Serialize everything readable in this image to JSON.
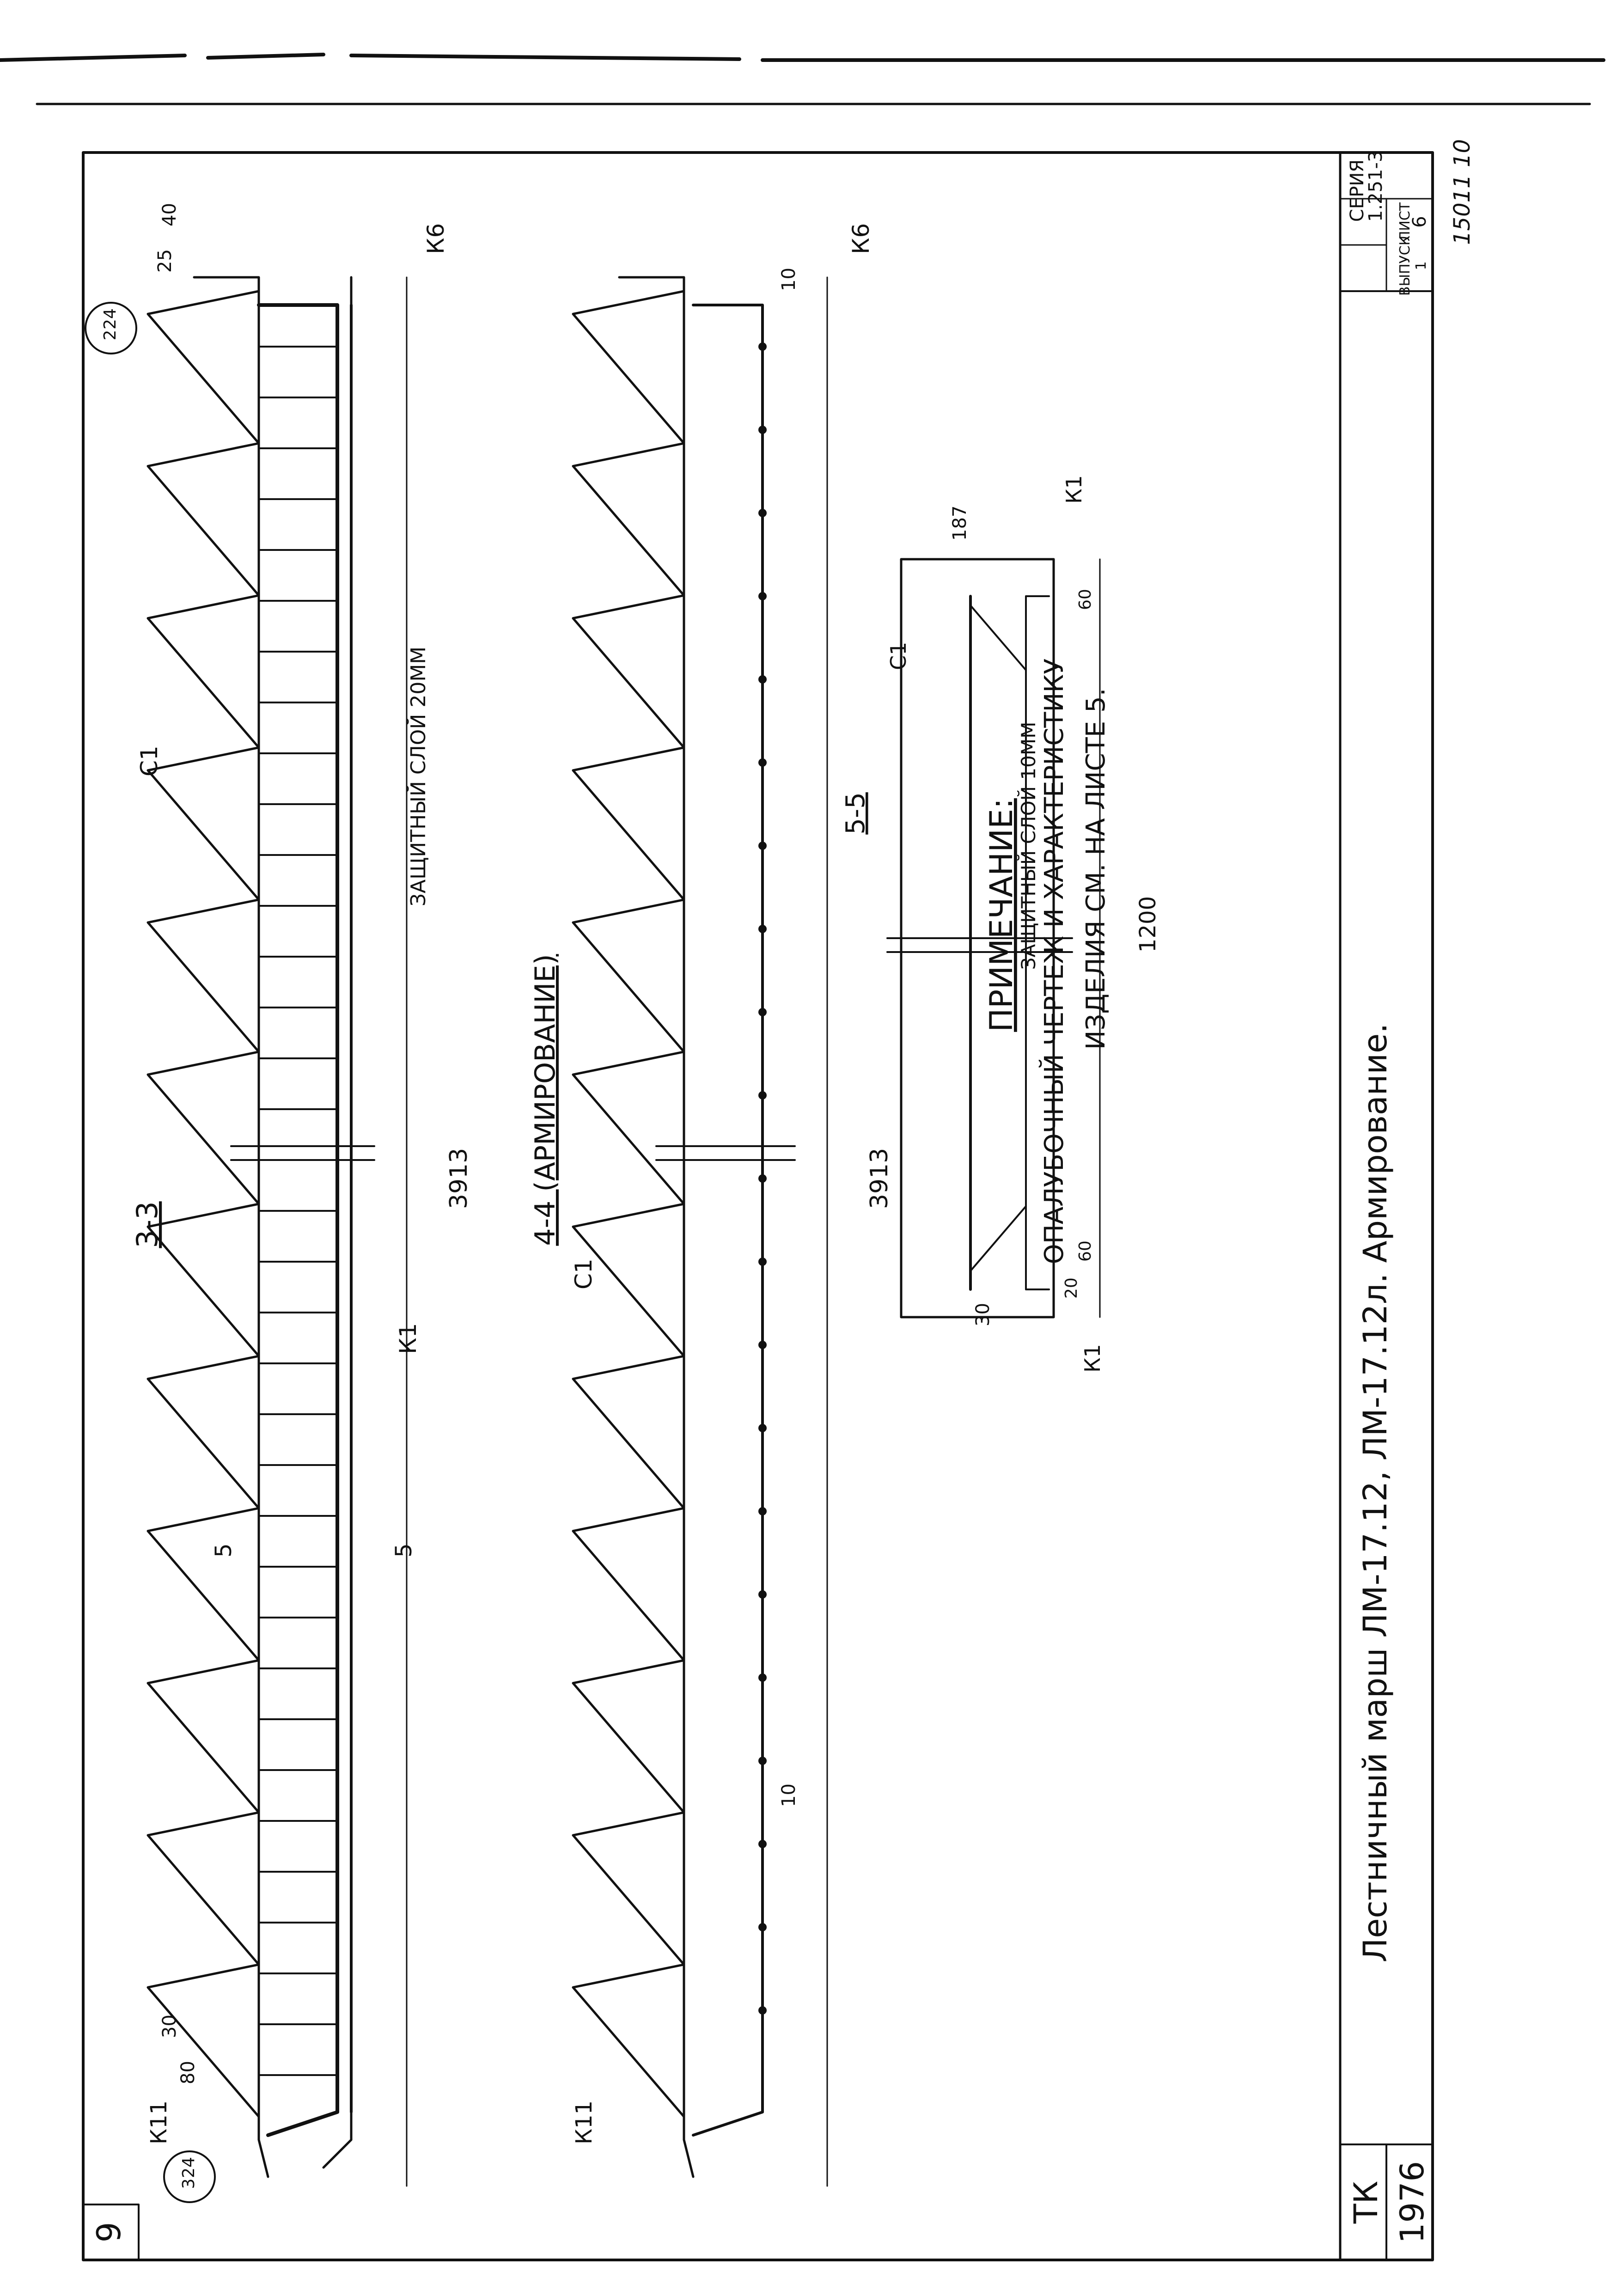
{
  "sheet": {
    "corner_number": "9",
    "stamp": {
      "series_label": "СЕРИЯ",
      "series_value": "1.251-3",
      "issue_label": "ВЫПУСК",
      "issue_value": "1",
      "sheet_label": "ЛИСТ",
      "sheet_value": "6",
      "handwritten_number": "15011  10"
    },
    "org": "ТК",
    "year": "1976",
    "title": "Лестничный марш ЛМ-17.12, ЛМ-17.12л. Армирование."
  },
  "section_3_3": {
    "title": "3-3",
    "dim_length": "3913",
    "dim_top_80": "80",
    "dim_top_30": "30",
    "dim_bot_25": "25",
    "dim_bot_40": "40",
    "label_k11": "К11",
    "label_k1": "К1",
    "label_c1": "С1",
    "label_k6": "К6",
    "cut_label_left": "5",
    "cut_label_right": "5",
    "cover_note": "ЗАЩИТНЫЙ СЛОЙ 20ММ",
    "callout_top": {
      "top": "3",
      "bottom": "24"
    },
    "callout_bottom": {
      "top": "2",
      "bottom": "24"
    }
  },
  "section_4_4": {
    "title": "4-4 (АРМИРОВАНИЕ)",
    "dim_length": "3913",
    "dim_10_top": "10",
    "dim_10_bottom": "10",
    "label_k11": "К11",
    "label_c1": "С1",
    "label_k6": "К6"
  },
  "section_5_5": {
    "title": "5-5",
    "dim_width": "1200",
    "dim_187": "187",
    "dim_30": "30",
    "dim_20": "20",
    "dim_60_top": "60",
    "dim_60_bottom": "60",
    "label_k1_top": "К1",
    "label_k1_bottom": "К1",
    "label_c1": "С1",
    "cover_note": "ЗАЩИТНЫЙ СЛОЙ 10ММ"
  },
  "note": {
    "heading": "ПРИМЕЧАНИЕ:",
    "line1": "ОПАЛУБОЧНЫЙ ЧЕРТЕЖ И ХАРАКТЕРИСТИКУ",
    "line2": "ИЗДЕЛИЯ СМ. НА ЛИСТЕ 5."
  }
}
